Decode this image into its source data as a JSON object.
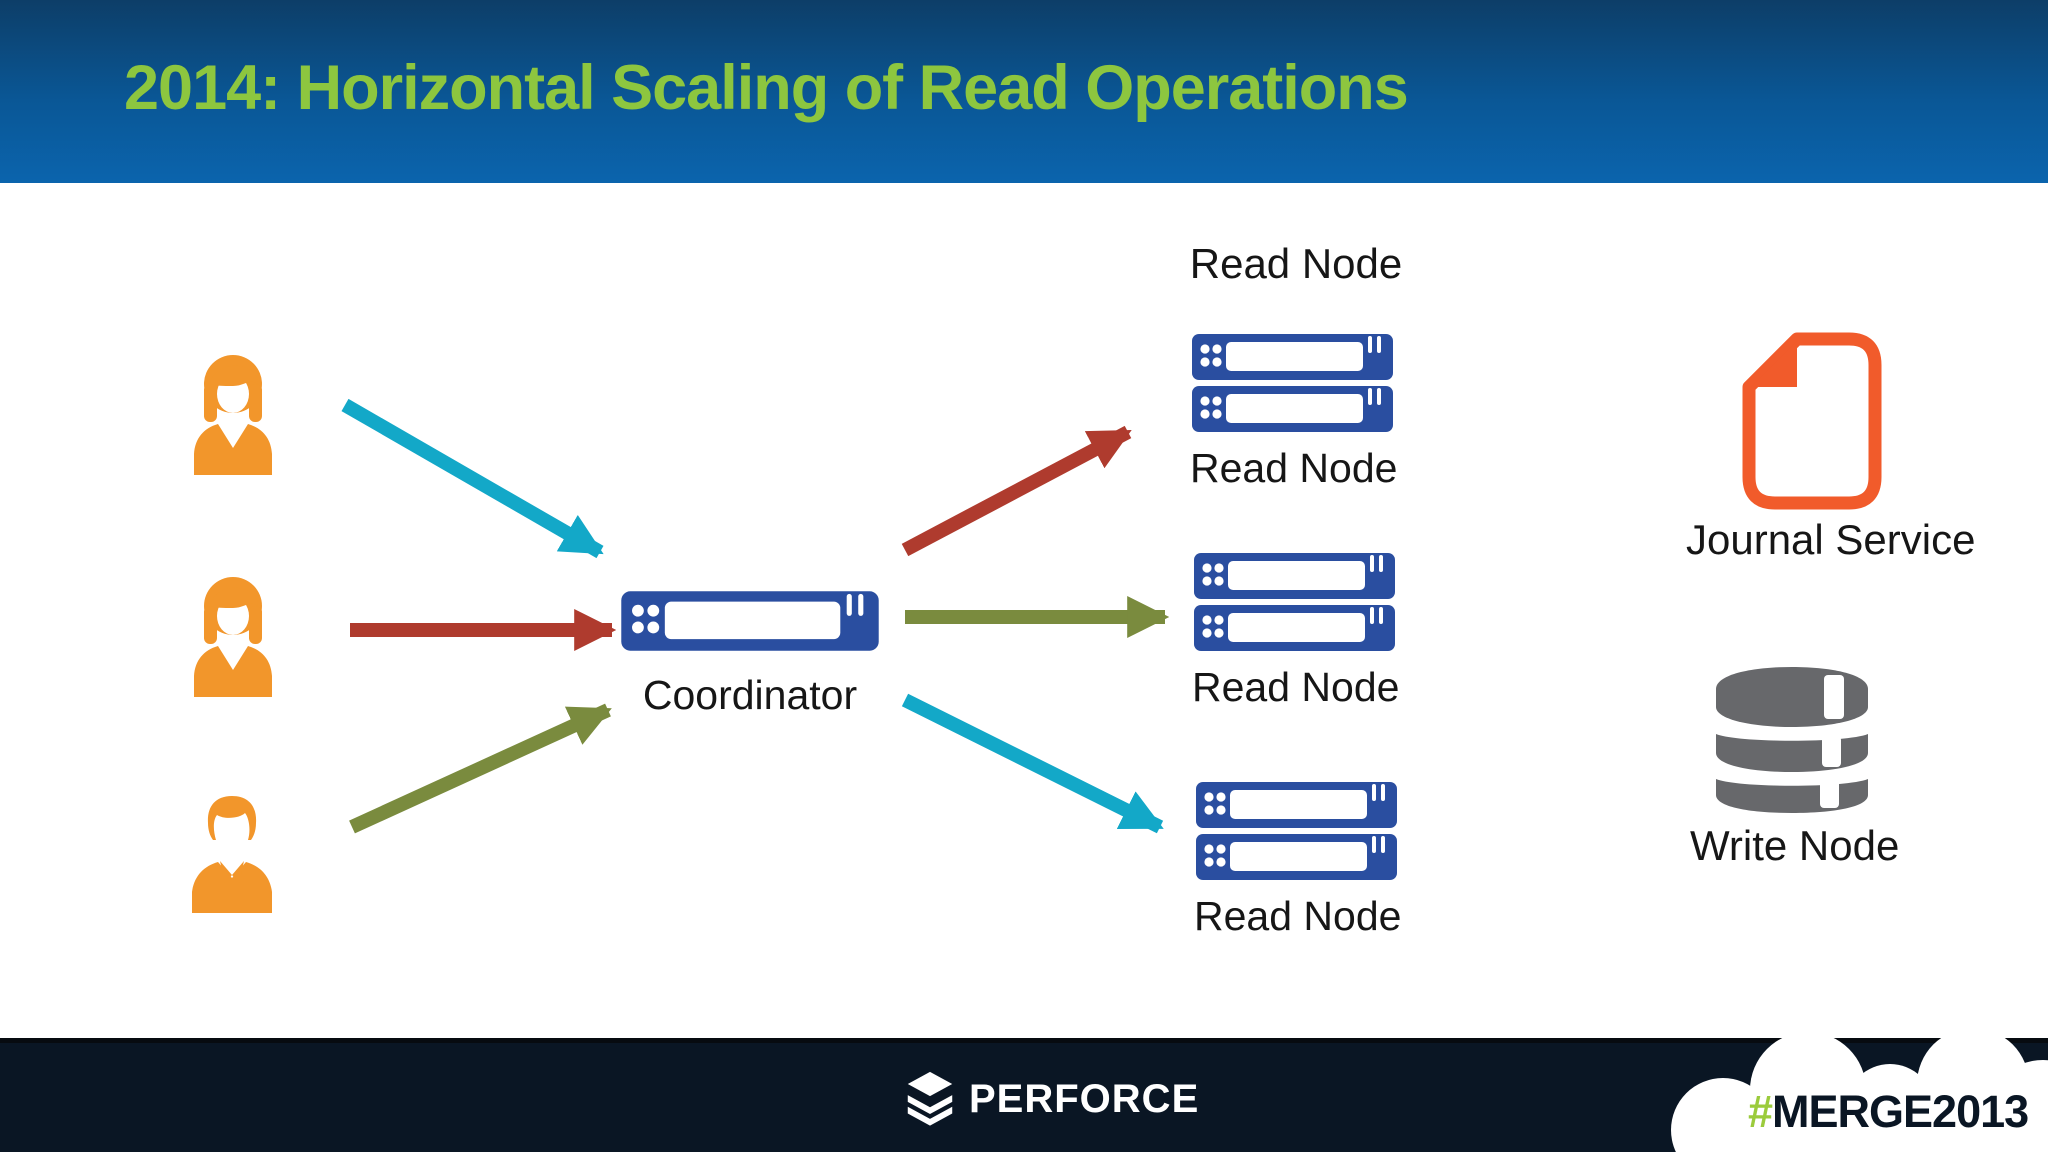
{
  "slide": {
    "title": "2014: Horizontal Scaling of Read Operations"
  },
  "diagram": {
    "heading": "Read Node",
    "coordinator": {
      "label": "Coordinator"
    },
    "read_nodes": [
      {
        "label": "Read Node"
      },
      {
        "label": "Read Node"
      },
      {
        "label": "Read Node"
      }
    ],
    "journal_service": {
      "label": "Journal Service"
    },
    "write_node": {
      "label": "Write Node"
    },
    "users_count": 3
  },
  "footer": {
    "brand": "PERFORCE",
    "hashtag": "#",
    "event": "MERGE2013"
  },
  "colors": {
    "title_green": "#8dc63f",
    "header_top_blue": "#0d3e68",
    "header_bottom_blue": "#0b64ad",
    "server_blue": "#2a4ea0",
    "user_orange": "#f2962b",
    "journal_orange": "#f15b2b",
    "database_gray": "#67686b",
    "arrow_red": "#af3b2e",
    "arrow_olive": "#7a8b3e",
    "arrow_teal": "#13a8c8",
    "footer_navy": "#0a1624",
    "text_black": "#161616",
    "hashtag_green": "#9bcb3c"
  }
}
